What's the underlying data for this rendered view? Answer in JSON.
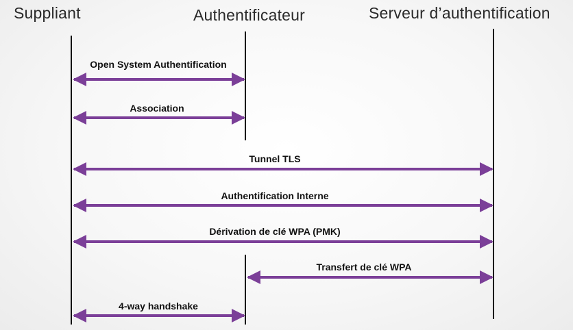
{
  "actors": {
    "suppliant": "Suppliant",
    "authentificateur": "Authentificateur",
    "serveur": "Serveur d’authentification"
  },
  "messages": {
    "open_system": "Open System Authentification",
    "association": "Association",
    "tunnel_tls": "Tunnel TLS",
    "auth_interne": "Authentification Interne",
    "derivation": "Dérivation de clé WPA (PMK)",
    "transfert": "Transfert de clé WPA",
    "handshake": "4-way handshake"
  },
  "colors": {
    "arrow": "#7b3f98",
    "lifeline": "#111111",
    "background": "#f4f4f4"
  }
}
